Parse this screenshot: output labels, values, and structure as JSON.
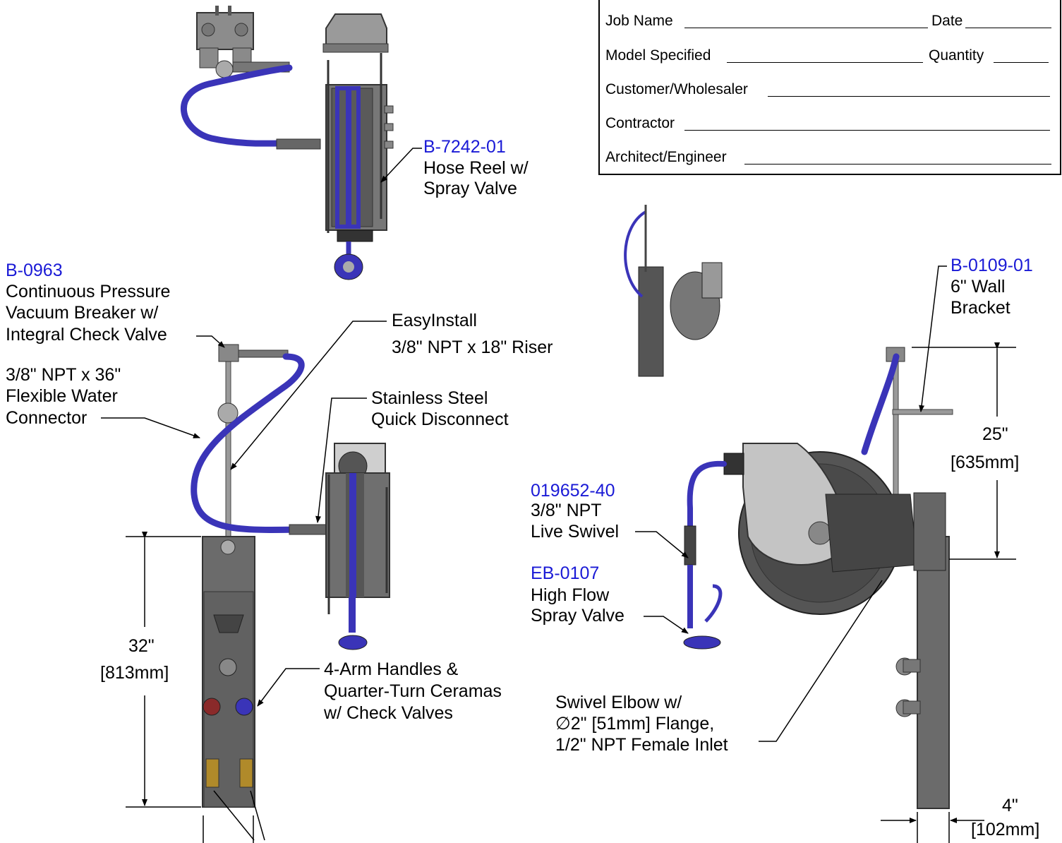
{
  "form": {
    "job_name": "Job Name",
    "date": "Date",
    "model_specified": "Model Specified",
    "quantity": "Quantity",
    "customer": "Customer/Wholesaler",
    "contractor": "Contractor",
    "architect": "Architect/Engineer"
  },
  "callouts": {
    "hose_reel": {
      "part": "B-7242-01",
      "line1": "Hose Reel w/",
      "line2": "Spray Valve"
    },
    "vacuum_breaker": {
      "part": "B-0963",
      "line1": "Continuous Pressure",
      "line2": "Vacuum Breaker w/",
      "line3": "Integral Check Valve"
    },
    "connector": {
      "line1": "3/8\" NPT x 36\"",
      "line2": "Flexible Water",
      "line3": "Connector"
    },
    "easyinstall": {
      "line1": "EasyInstall",
      "line2": "3/8\" NPT x 18\" Riser"
    },
    "quick_disconnect": {
      "line1": "Stainless Steel",
      "line2": "Quick Disconnect"
    },
    "handles": {
      "line1": "4-Arm Handles &",
      "line2": "Quarter-Turn Ceramas",
      "line3": "w/ Check Valves"
    },
    "wall_bracket": {
      "part": "B-0109-01",
      "line1": "6\" Wall",
      "line2": "Bracket"
    },
    "live_swivel": {
      "part": "019652-40",
      "line1": "3/8\" NPT",
      "line2": "Live Swivel"
    },
    "spray_valve": {
      "part": "EB-0107",
      "line1": "High Flow",
      "line2": "Spray Valve"
    },
    "swivel_elbow": {
      "line1": "Swivel Elbow w/",
      "line2": "∅2\" [51mm] Flange,",
      "line3": "1/2\" NPT Female Inlet"
    }
  },
  "dimensions": {
    "height": {
      "inch": "32\"",
      "mm": "813mm"
    },
    "riser": {
      "inch": "25\"",
      "mm": "635mm"
    },
    "depth": {
      "inch": "4\"",
      "mm": "102mm"
    }
  },
  "colors": {
    "part_number": "#1a1ad6",
    "hose": "#3a34b8",
    "metal": "#6b6b6b",
    "dark_metal": "#4a4a4a",
    "light_metal": "#bdbdbd"
  }
}
